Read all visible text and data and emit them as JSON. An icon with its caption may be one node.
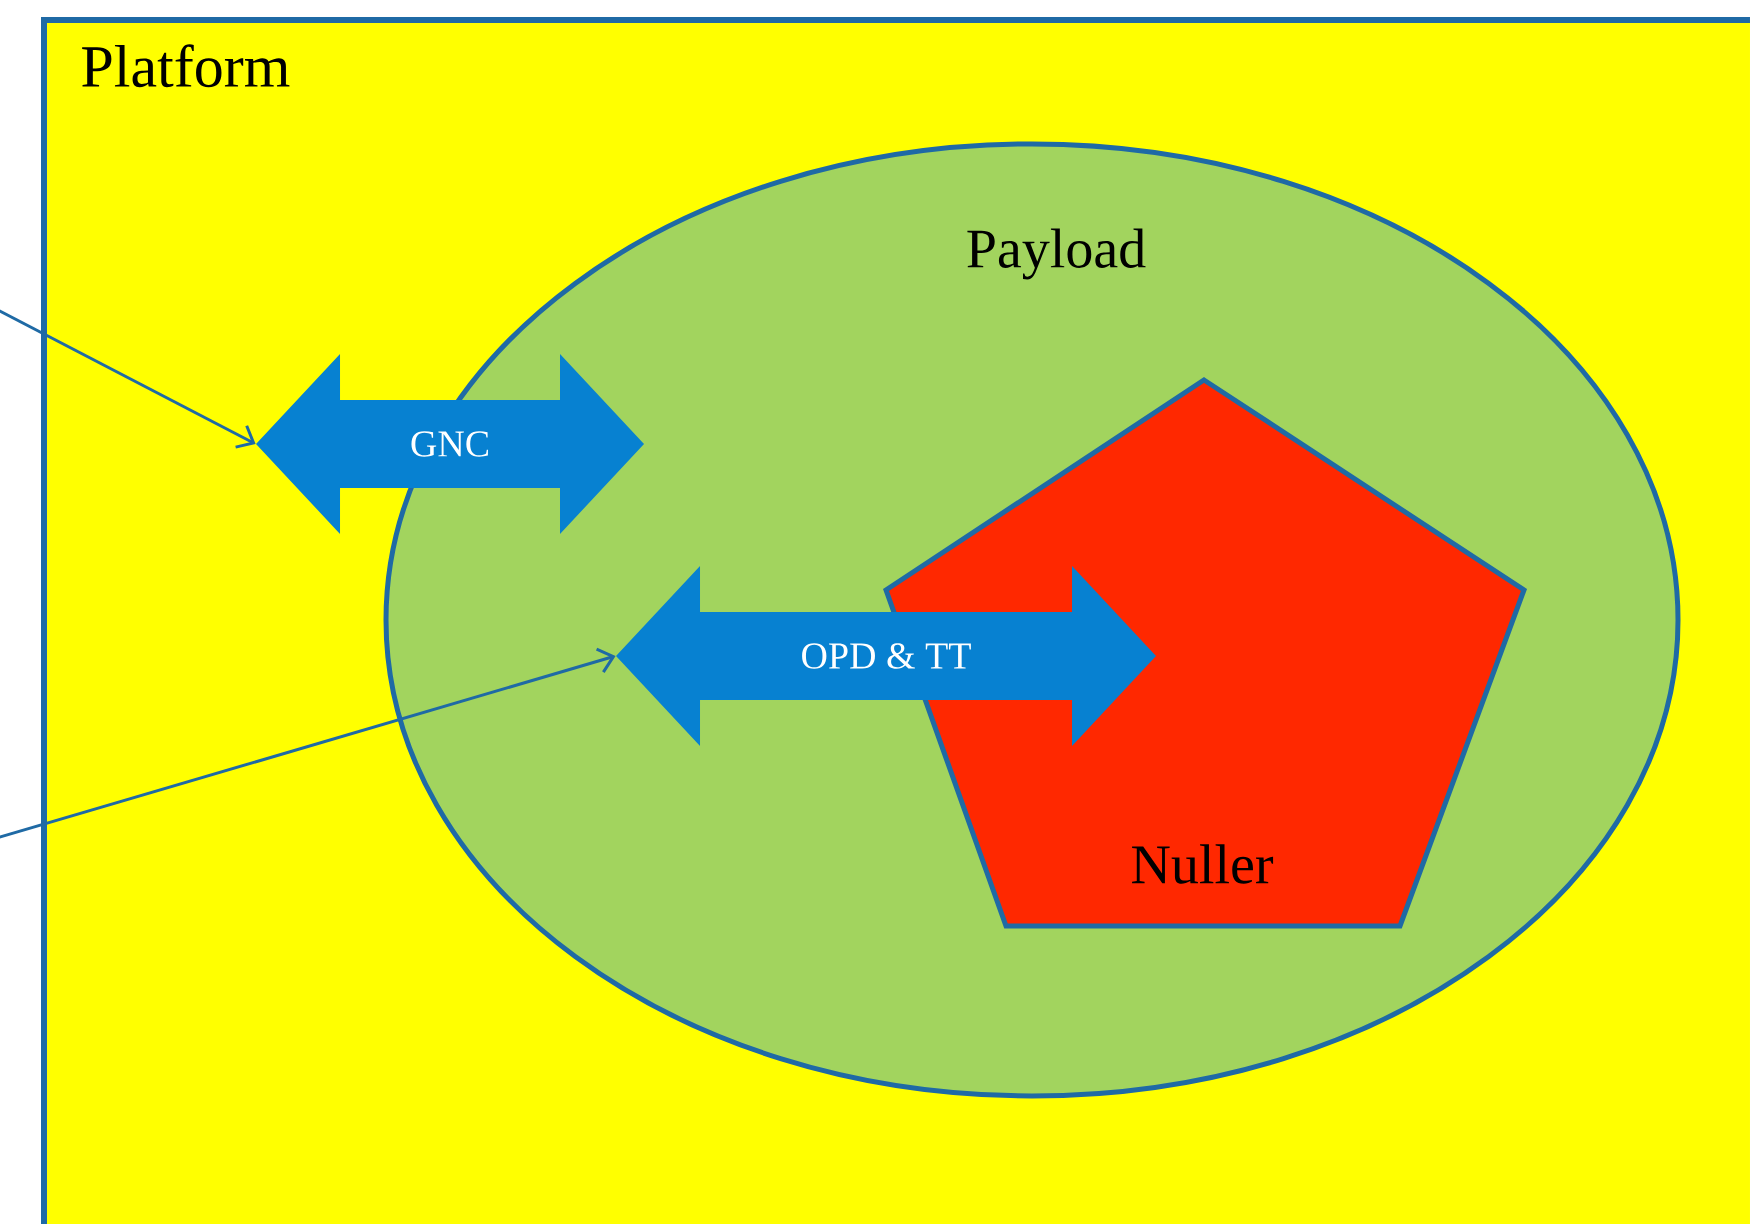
{
  "diagram": {
    "nodes": [
      {
        "text": [
          "Platform"
        ]
      },
      {
        "text": [
          "Payload"
        ],
        "in": 0
      },
      {
        "text": [
          "Nuller"
        ],
        "in": 1
      },
      {
        "text": [
          "GNC"
        ],
        "in": 0
      },
      {
        "text": [
          "OPD & TT"
        ],
        "in": 1
      }
    ],
    "edges": [
      {
        "from": null,
        "to": 3,
        "arrow": "to"
      },
      {
        "from": null,
        "to": 4,
        "arrow": "to"
      }
    ]
  }
}
